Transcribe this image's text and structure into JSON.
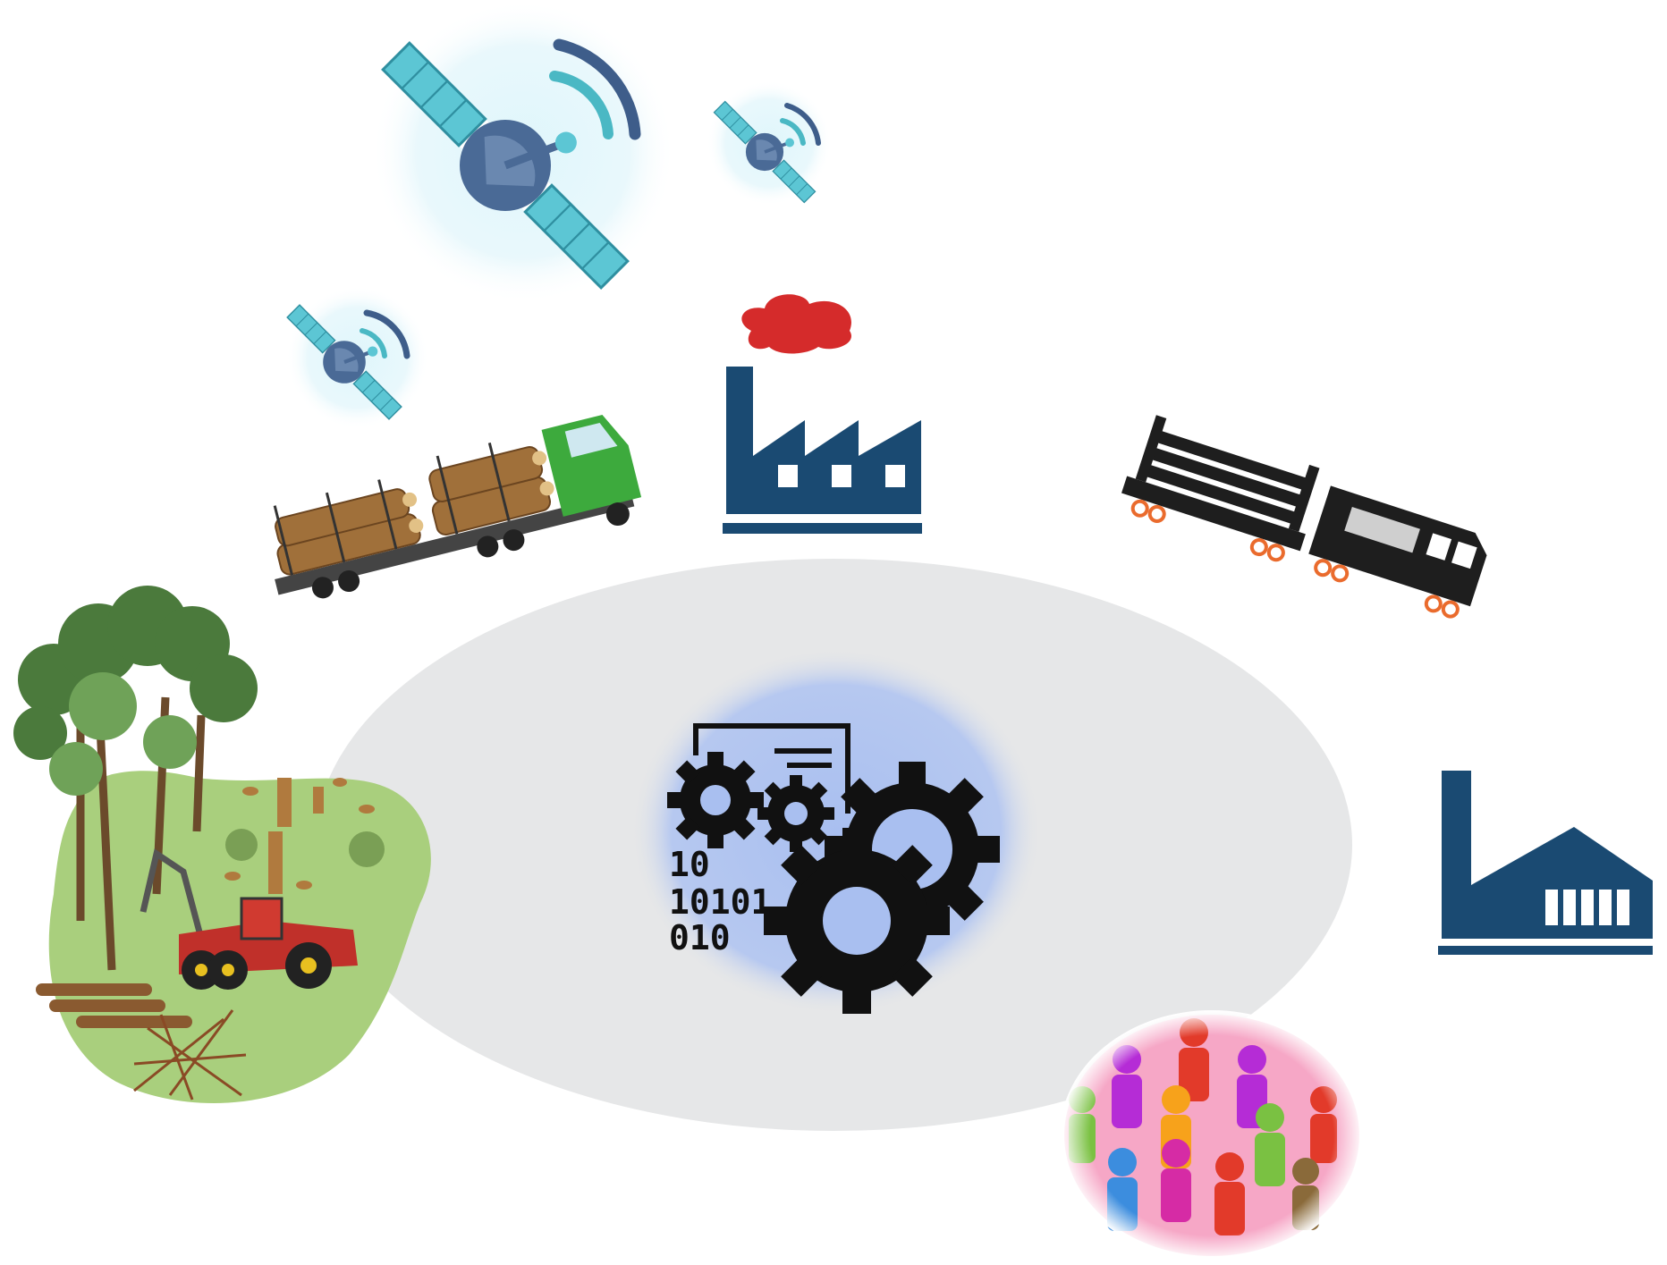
{
  "diagram": {
    "hub": {
      "icon": "gears-data-processing-icon",
      "binary_lines": [
        "10",
        "10101",
        "010"
      ]
    },
    "nodes": [
      {
        "id": "satellite-large",
        "icon": "satellite-icon"
      },
      {
        "id": "satellite-small-right",
        "icon": "satellite-icon"
      },
      {
        "id": "satellite-small-left",
        "icon": "satellite-icon"
      },
      {
        "id": "factory",
        "icon": "factory-icon"
      },
      {
        "id": "timber-truck",
        "icon": "logging-truck-icon"
      },
      {
        "id": "timber-train",
        "icon": "train-icon"
      },
      {
        "id": "forest-harvesting",
        "icon": "forest-harvester-icon"
      },
      {
        "id": "warehouse",
        "icon": "warehouse-icon"
      },
      {
        "id": "people-community",
        "icon": "people-icon"
      }
    ],
    "colors": {
      "hub_ellipse": "#e6e7e8",
      "hub_glow": "#aec2ee",
      "satellite_panel": "#5cc6d4",
      "satellite_body": "#4a6a96",
      "factory": "#1a4a72",
      "smoke": "#d52b2b",
      "truck_cab": "#3daa3d",
      "logs": "#a0703a",
      "train": "#1e1e1e",
      "train_wheels": "#ea6b2d",
      "forest_ground": "#a9cf7d",
      "trees": "#4b7a3c",
      "harvester": "#c0302a"
    }
  }
}
